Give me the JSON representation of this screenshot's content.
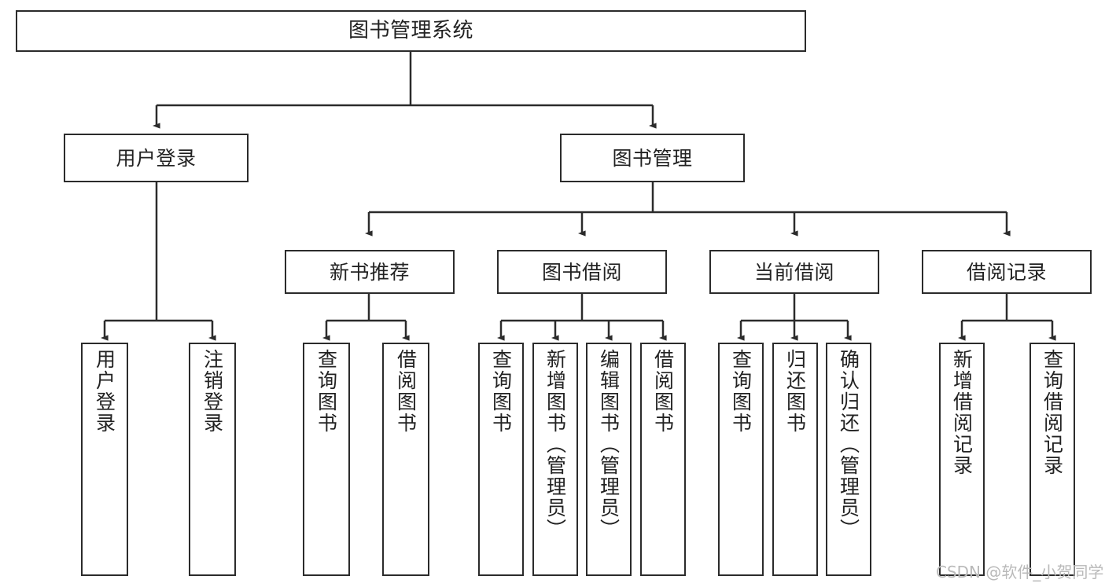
{
  "diagram": {
    "title": "图书管理系统",
    "watermark": "CSDN @软件_小贺同学",
    "line_color": "#2b2b2b",
    "text_color": "#222222",
    "background": "#ffffff",
    "root": {
      "label": "图书管理系统"
    },
    "level2": [
      {
        "label": "用户登录"
      },
      {
        "label": "图书管理"
      }
    ],
    "level3": [
      {
        "label": "新书推荐"
      },
      {
        "label": "图书借阅"
      },
      {
        "label": "当前借阅"
      },
      {
        "label": "借阅记录"
      }
    ],
    "leaves": {
      "user_login": [
        {
          "label": "用户登录"
        },
        {
          "label": "注销登录"
        }
      ],
      "new_book": [
        {
          "label": "查询图书"
        },
        {
          "label": "借阅图书"
        }
      ],
      "book_borrow": [
        {
          "label": "查询图书"
        },
        {
          "label": "新增图书（管理员）"
        },
        {
          "label": "编辑图书（管理员）"
        },
        {
          "label": "借阅图书"
        }
      ],
      "current_borrow": [
        {
          "label": "查询图书"
        },
        {
          "label": "归还图书"
        },
        {
          "label": "确认归还（管理员）"
        }
      ],
      "borrow_record": [
        {
          "label": "新增借阅记录"
        },
        {
          "label": "查询借阅记录"
        }
      ]
    }
  }
}
